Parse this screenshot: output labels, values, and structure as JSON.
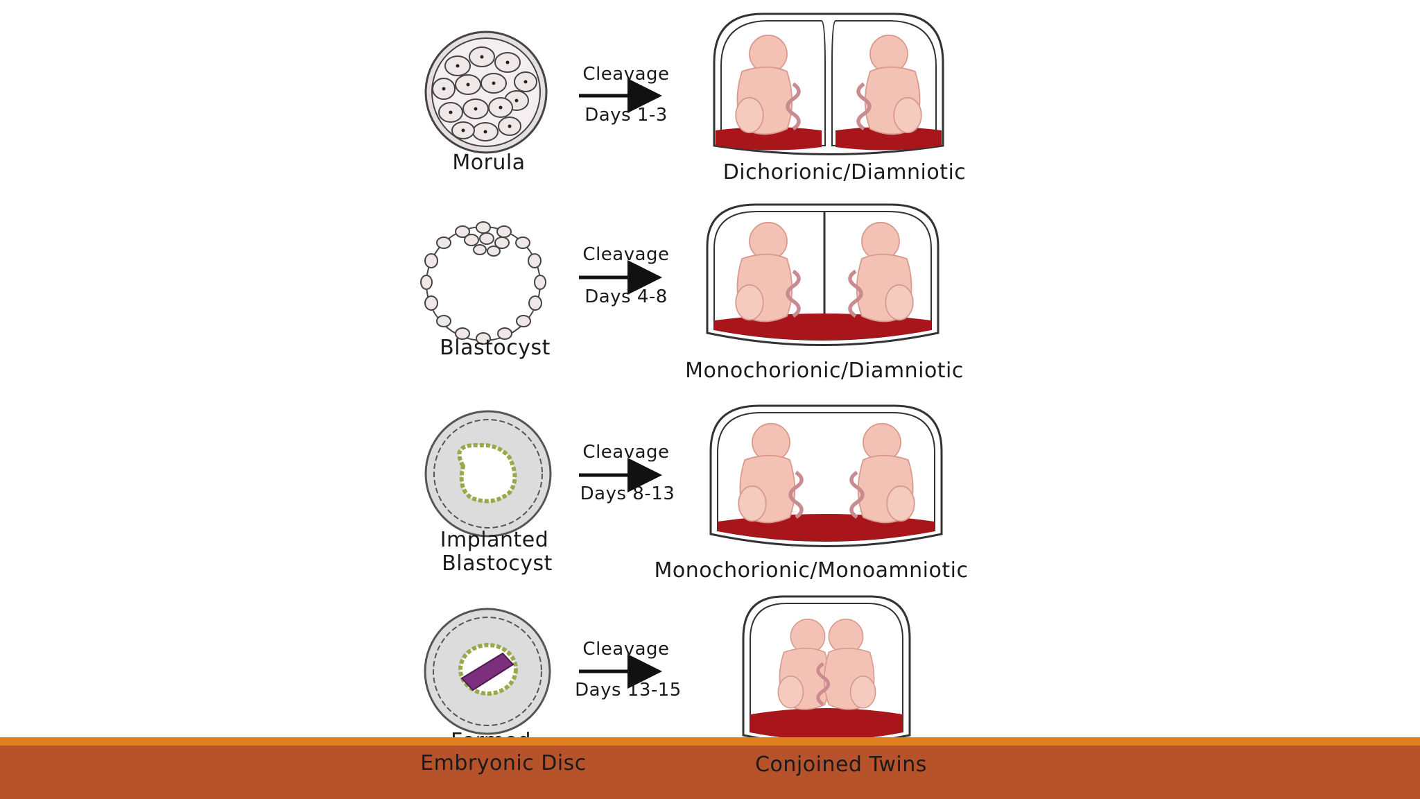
{
  "rows": [
    {
      "stage_label": [
        "Morula"
      ],
      "process": "Cleavage",
      "days": "Days 1-3",
      "outcome": "Dichorionic/Diamniotic"
    },
    {
      "stage_label": [
        "Blastocyst"
      ],
      "process": "Cleavage",
      "days": "Days 4-8",
      "outcome": "Monochorionic/Diamniotic"
    },
    {
      "stage_label": [
        "Implanted",
        "Blastocyst"
      ],
      "process": "Cleavage",
      "days": "Days 8-13",
      "outcome": "Monochorionic/Monoamniotic"
    },
    {
      "stage_label": [
        "Formed",
        "Embryonic Disc"
      ],
      "process": "Cleavage",
      "days": "Days 13-15",
      "outcome": "Conjoined Twins"
    }
  ],
  "colors": {
    "footer_bar": "#b7532b",
    "footer_stripe": "#e07f1f",
    "fetus": "#f3c2b5",
    "placenta": "#a8161c",
    "cell_fill": "#efe7e8",
    "inner_cells": "#cfd98b",
    "embryonic_disc": "#7b2f7d"
  }
}
